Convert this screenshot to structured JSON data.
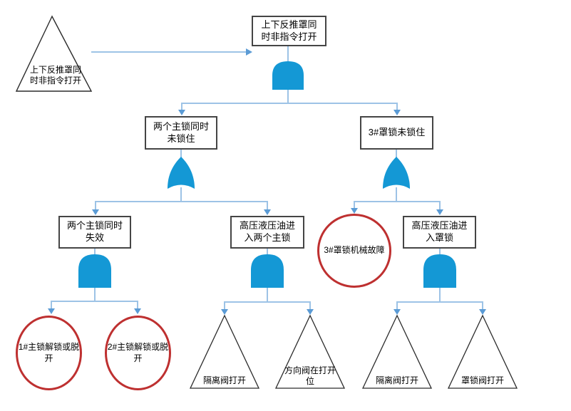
{
  "colors": {
    "gate_blue": "#1498D5",
    "line_blue": "#9DC3E6",
    "arrow_blue": "#5B9BD5",
    "event_circle_red": "#BE3030",
    "box_border": "#454545"
  },
  "nodes": {
    "transfer_in": {
      "label": "上下反推罩同\n时非指令打开",
      "shape": "triangle"
    },
    "top_event": {
      "label": "上下反推罩同\n时非指令打开",
      "shape": "rect",
      "gate": "AND"
    },
    "two_main_locks_unlocked": {
      "label": "两个主锁同时\n未锁住",
      "shape": "rect",
      "gate": "OR"
    },
    "cowl_lock_unlocked": {
      "label": "3#罩锁未锁住",
      "shape": "rect",
      "gate": "OR"
    },
    "two_main_locks_fail": {
      "label": "两个主锁同时\n失效",
      "shape": "rect",
      "gate": "AND"
    },
    "oil_into_two_locks": {
      "label": "高压液压油进\n入两个主锁",
      "shape": "rect",
      "gate": "AND"
    },
    "cowl_lock_mech_failure": {
      "label": "3#罩锁机械故障",
      "shape": "circle"
    },
    "oil_into_cowl_lock": {
      "label": "高压液压油进\n入罩锁",
      "shape": "rect",
      "gate": "AND"
    },
    "lock1_released": {
      "label": "1#主锁解锁或脱\n开",
      "shape": "circle"
    },
    "lock2_released": {
      "label": "2#主锁解锁或脱\n开",
      "shape": "circle"
    },
    "iso_valve_open_1": {
      "label": "隔离阀打开",
      "shape": "triangle"
    },
    "dir_valve_open": {
      "label": "方向阀在打开\n位",
      "shape": "triangle"
    },
    "iso_valve_open_2": {
      "label": "隔离阀打开",
      "shape": "triangle"
    },
    "cowl_valve_open": {
      "label": "罩锁阀打开",
      "shape": "triangle"
    }
  }
}
